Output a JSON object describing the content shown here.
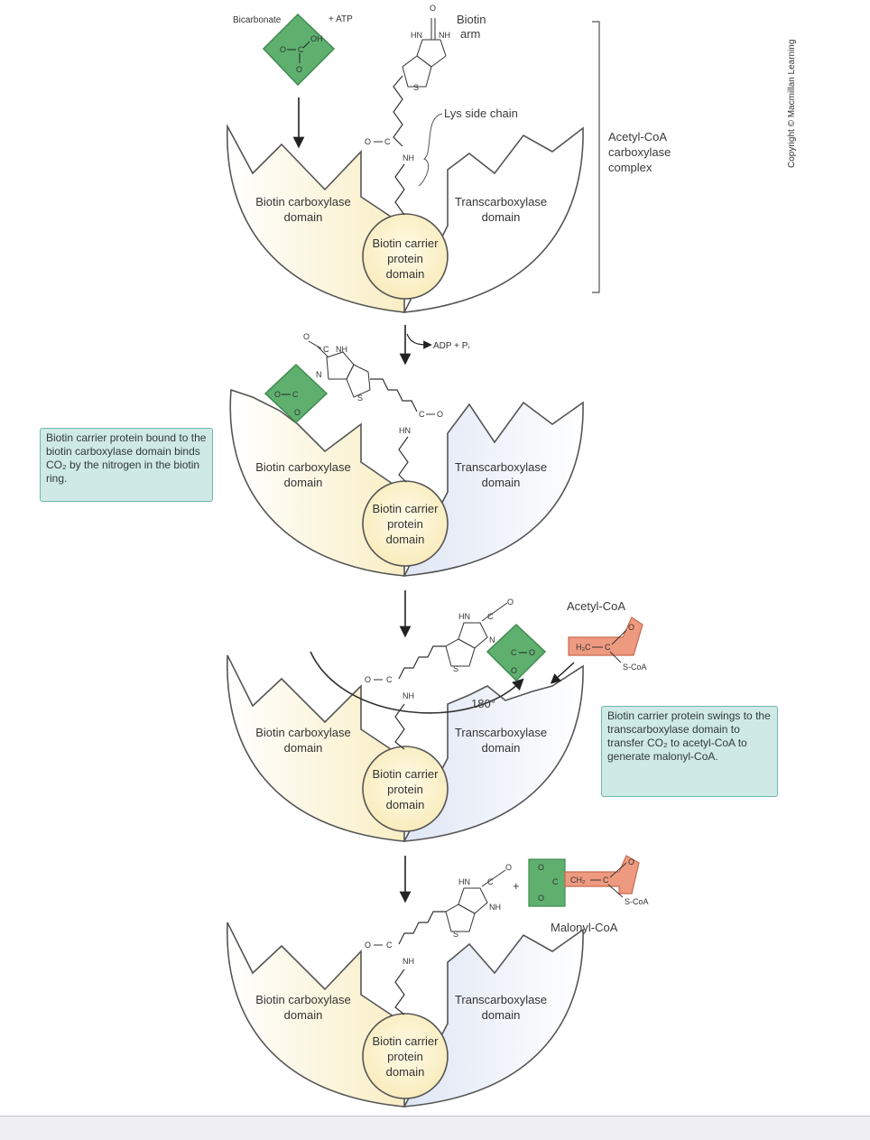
{
  "labels": {
    "bicarbonate": "Bicarbonate",
    "atp": "+ ATP",
    "biotin": "Biotin",
    "arm": "arm",
    "lys_side_chain": "Lys side chain",
    "complex_line1": "Acetyl-CoA",
    "complex_line2": "carboxylase",
    "complex_line3": "complex",
    "adp_pi": "ADP + Pᵢ",
    "acetyl_coa": "Acetyl-CoA",
    "malonyl_coa": "Malonyl-CoA",
    "rotation": "180°",
    "plus": "+",
    "s_coa": "S-CoA",
    "h3c": "H₃C",
    "ch2": "CH₂",
    "hn": "HN",
    "nh": "NH",
    "o": "O",
    "oh": "OH",
    "c": "C",
    "s": "S",
    "n": "N"
  },
  "domains": {
    "bc_line1": "Biotin carboxylase",
    "bc_line2": "domain",
    "tc_line1": "Transcarboxylase",
    "tc_line2": "domain",
    "bcp_line1": "Biotin carrier",
    "bcp_line2": "protein",
    "bcp_line3": "domain"
  },
  "callouts": {
    "step2": "Biotin carrier protein bound to the biotin carboxylase domain binds CO₂ by the nitrogen in the biotin ring.",
    "step3": "Biotin carrier protein swings to the transcarboxylase domain to transfer CO₂ to acetyl-CoA to generate malonyl-CoA."
  },
  "copyright": "Copyright © Macmillan Learning",
  "colors": {
    "bc_fill": "#fbf1cf",
    "tc_fill": "#e4e9f4",
    "carrier_fill": "#fdf3c8",
    "co2_green": "#5fb06f",
    "acetyl_salmon": "#ee9a80",
    "callout_teal": "#cfe9e6"
  }
}
